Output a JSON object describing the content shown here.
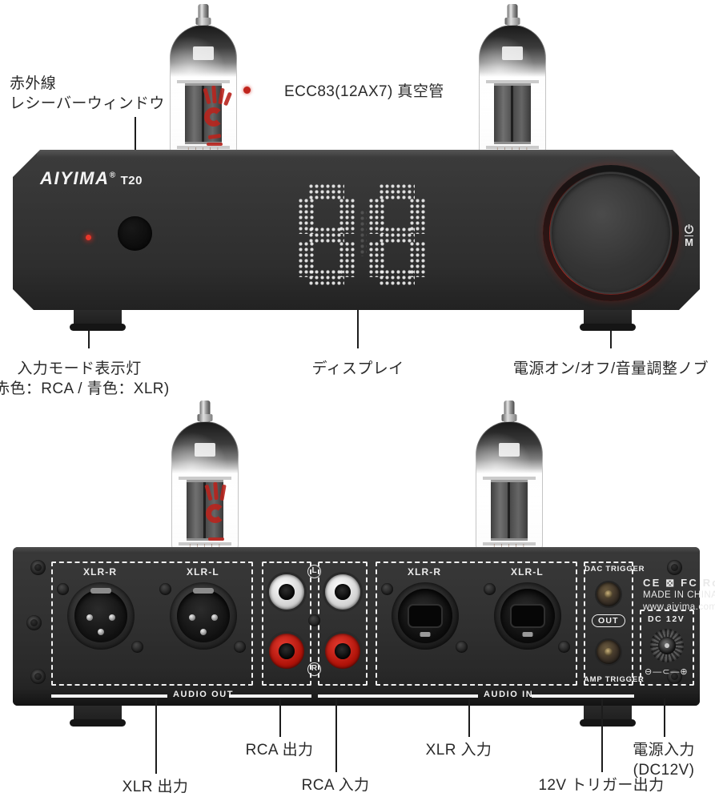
{
  "product": {
    "brand": "AIYIMA",
    "brand_mark": "®",
    "model": "T20",
    "display_value": "88",
    "power_mode_symbol": "⏻",
    "power_mode_letter": "M"
  },
  "front_annotations": {
    "ir_receiver": {
      "line1": "赤外線",
      "line2": "レシーバーウィンドウ"
    },
    "vacuum_tube": "ECC83(12AX7) 真空管",
    "mode_led": {
      "label": "入力モード表示灯",
      "sub": "(赤色：RCA / 青色：XLR)"
    },
    "display": "ディスプレイ",
    "volume_knob": "電源オン/オフ/音量調整ノブ"
  },
  "rear_annotations": {
    "xlr_out": "XLR 出力",
    "rca_out": "RCA 出力",
    "rca_in": "RCA 入力",
    "xlr_in": "XLR 入力",
    "trigger_out": "12V トリガー出力",
    "power_in": {
      "label": "電源入力",
      "sub": "(DC12V)"
    }
  },
  "rear_panel": {
    "audio_out_label": "AUDIO OUT",
    "audio_in_label": "AUDIO IN",
    "xlr_out_jacks": [
      {
        "label": "XLR-R"
      },
      {
        "label": "XLR-L"
      }
    ],
    "xlr_in_jacks": [
      {
        "label": "XLR-R"
      },
      {
        "label": "XLR-L"
      }
    ],
    "rca_channel_badges": {
      "left": "L",
      "right": "R"
    },
    "dac_trigger_label": "DAC TRIGGER",
    "amp_trigger_label": "AMP TRIGGER",
    "trigger_out_badge": "OUT",
    "dc_label": "DC 12V",
    "dc_polarity": "⊖―⊂―⊕",
    "certifications": "CE ⊠ FC RoHS",
    "origin": "MADE IN CHINA",
    "website": "www.aiyima.com"
  },
  "colors": {
    "chassis": "#333333",
    "led_red": "#e8372a",
    "knob_ring_red": "#c0241c",
    "rca_white": "#ffffff",
    "rca_red": "#c71d12",
    "annotation_text": "#2a2a2a",
    "annotation_sub": "#9a9a9a"
  }
}
